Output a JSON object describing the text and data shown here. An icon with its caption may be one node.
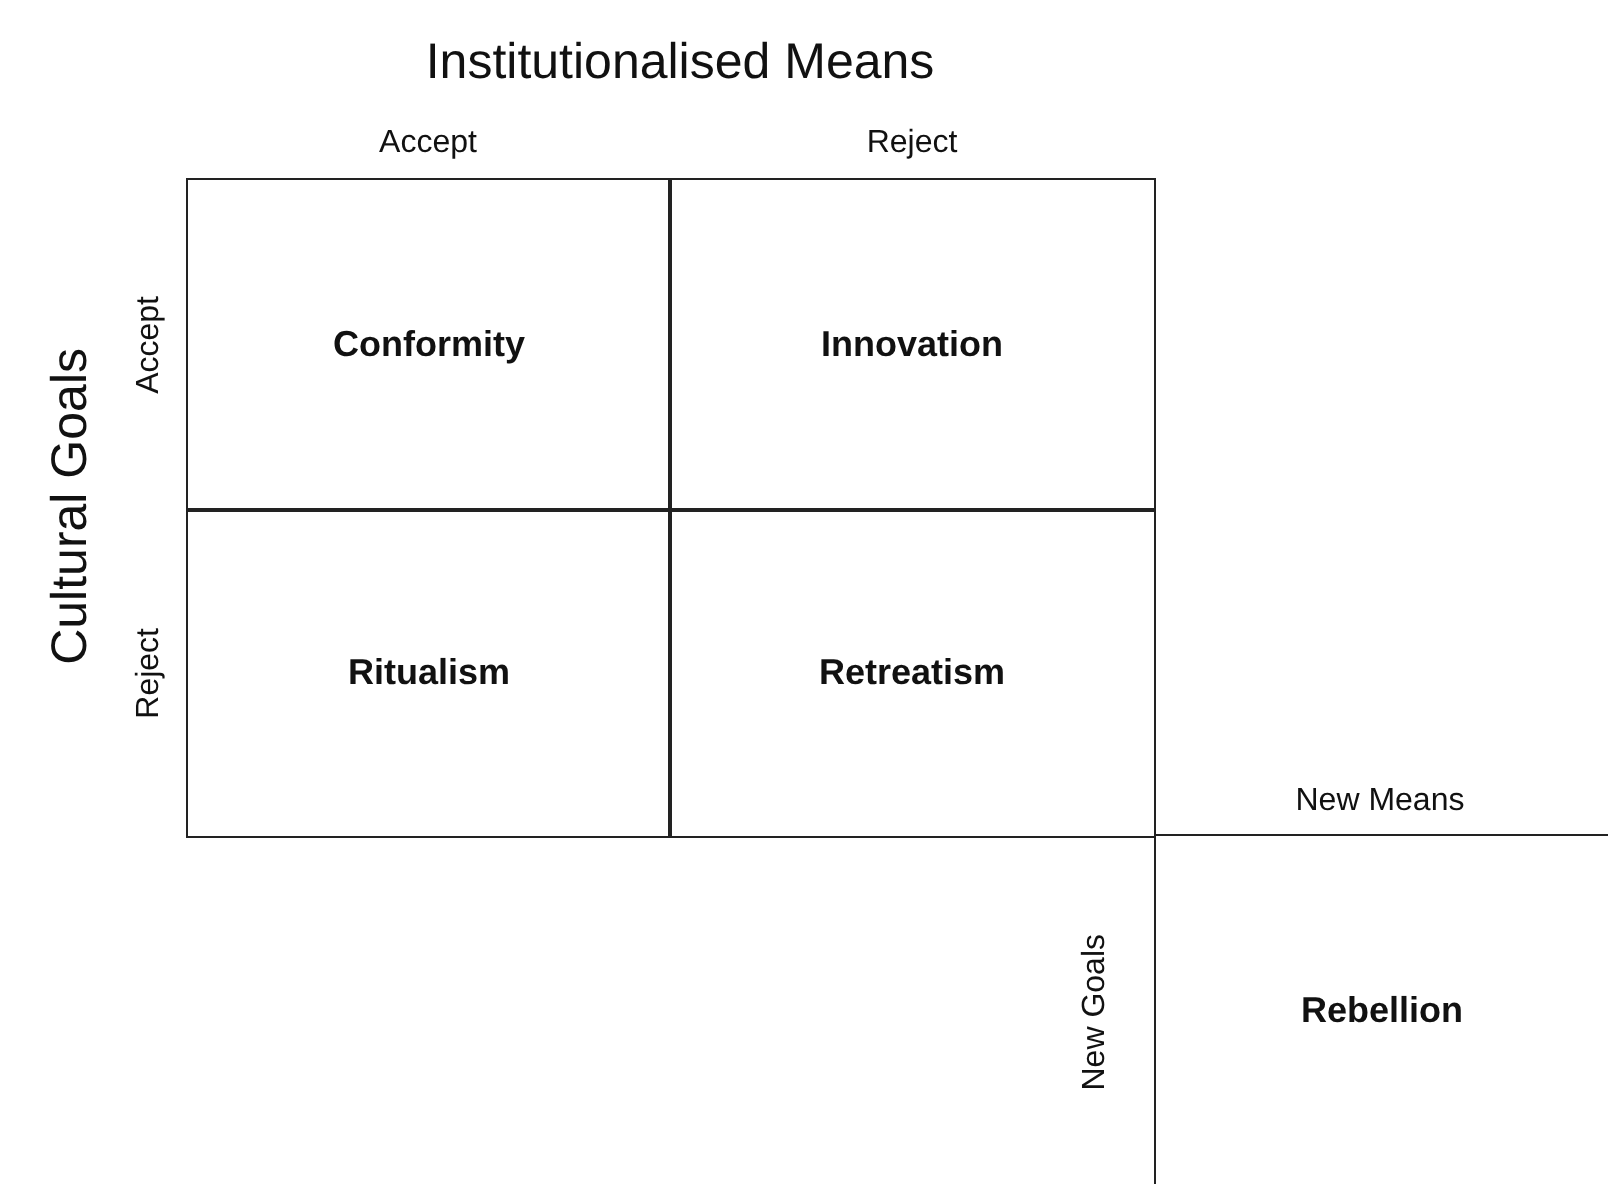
{
  "diagram": {
    "nodes": [
      {
        "text": [
          "Conformity"
        ]
      },
      {
        "text": [
          "Innovation"
        ]
      },
      {
        "text": [
          "Ritualism"
        ]
      },
      {
        "text": [
          "Retreatism"
        ]
      },
      {
        "text": [
          "Rebellion"
        ]
      }
    ],
    "edges": [],
    "labels": [
      "Institutionalised Means",
      "Accept",
      "Reject",
      "Cultural Goals",
      "Accept",
      "Reject",
      "New Means",
      "New Goals"
    ]
  }
}
